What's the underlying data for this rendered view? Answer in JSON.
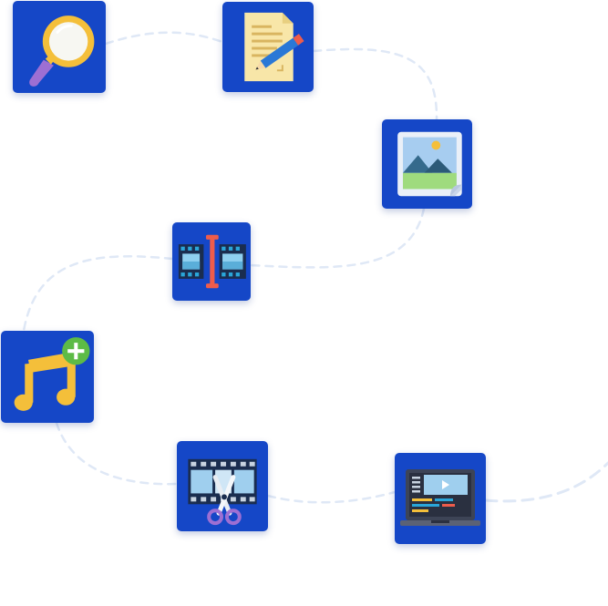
{
  "colors": {
    "tile_background": "#1547c7",
    "path_dash": "#dfe8f6",
    "accent_yellow": "#f4bf3a",
    "accent_red": "#ee5c4b",
    "accent_green": "#5dbb46"
  },
  "tiles": [
    {
      "key": "search",
      "icon": "magnifying-glass-icon"
    },
    {
      "key": "document",
      "icon": "document-pencil-icon"
    },
    {
      "key": "image",
      "icon": "landscape-image-icon"
    },
    {
      "key": "trim",
      "icon": "film-trim-icon"
    },
    {
      "key": "music",
      "icon": "add-music-icon"
    },
    {
      "key": "cut",
      "icon": "film-cut-scissors-icon"
    },
    {
      "key": "laptop",
      "icon": "laptop-video-editor-icon"
    }
  ]
}
